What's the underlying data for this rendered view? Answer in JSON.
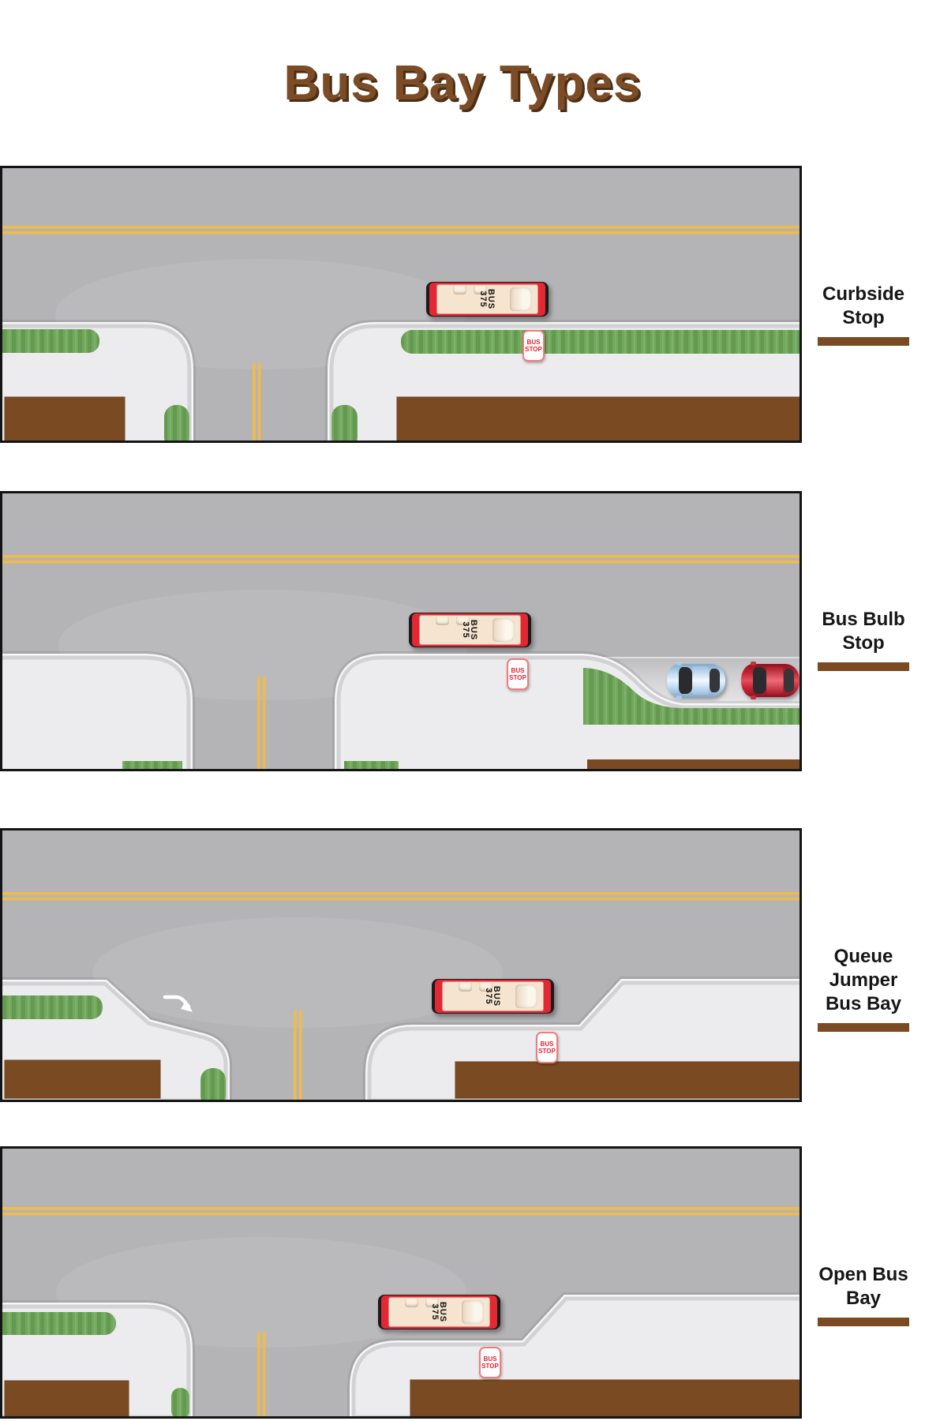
{
  "title": "Bus Bay Types",
  "bus": {
    "line1": "BUS",
    "line2": "375"
  },
  "bus_stop_sign": {
    "line1": "BUS",
    "line2": "STOP"
  },
  "panels": [
    {
      "name": "curbside-stop",
      "label_lines": [
        "Curbside",
        "Stop"
      ]
    },
    {
      "name": "bus-bulb-stop",
      "label_lines": [
        "Bus Bulb",
        "Stop"
      ]
    },
    {
      "name": "queue-jumper-bus-bay",
      "label_lines": [
        "Queue",
        "Jumper",
        "Bus Bay"
      ]
    },
    {
      "name": "open-bus-bay",
      "label_lines": [
        "Open Bus",
        "Bay"
      ]
    }
  ],
  "colors": {
    "road": "#b4b4b6",
    "sidewalk": "#ececee",
    "curb": "#d2d2d5",
    "grass": "#71a75e",
    "building": "#7a4b23",
    "lane_line": "#f2bb48",
    "bus_red": "#e32733",
    "bus_body": "#f4e4d0",
    "sign_red": "#e52230",
    "title_brown": "#7b4c26",
    "underline_brown": "#7a4a22",
    "car_blue": "#bcd9ef",
    "car_red": "#c62434"
  }
}
